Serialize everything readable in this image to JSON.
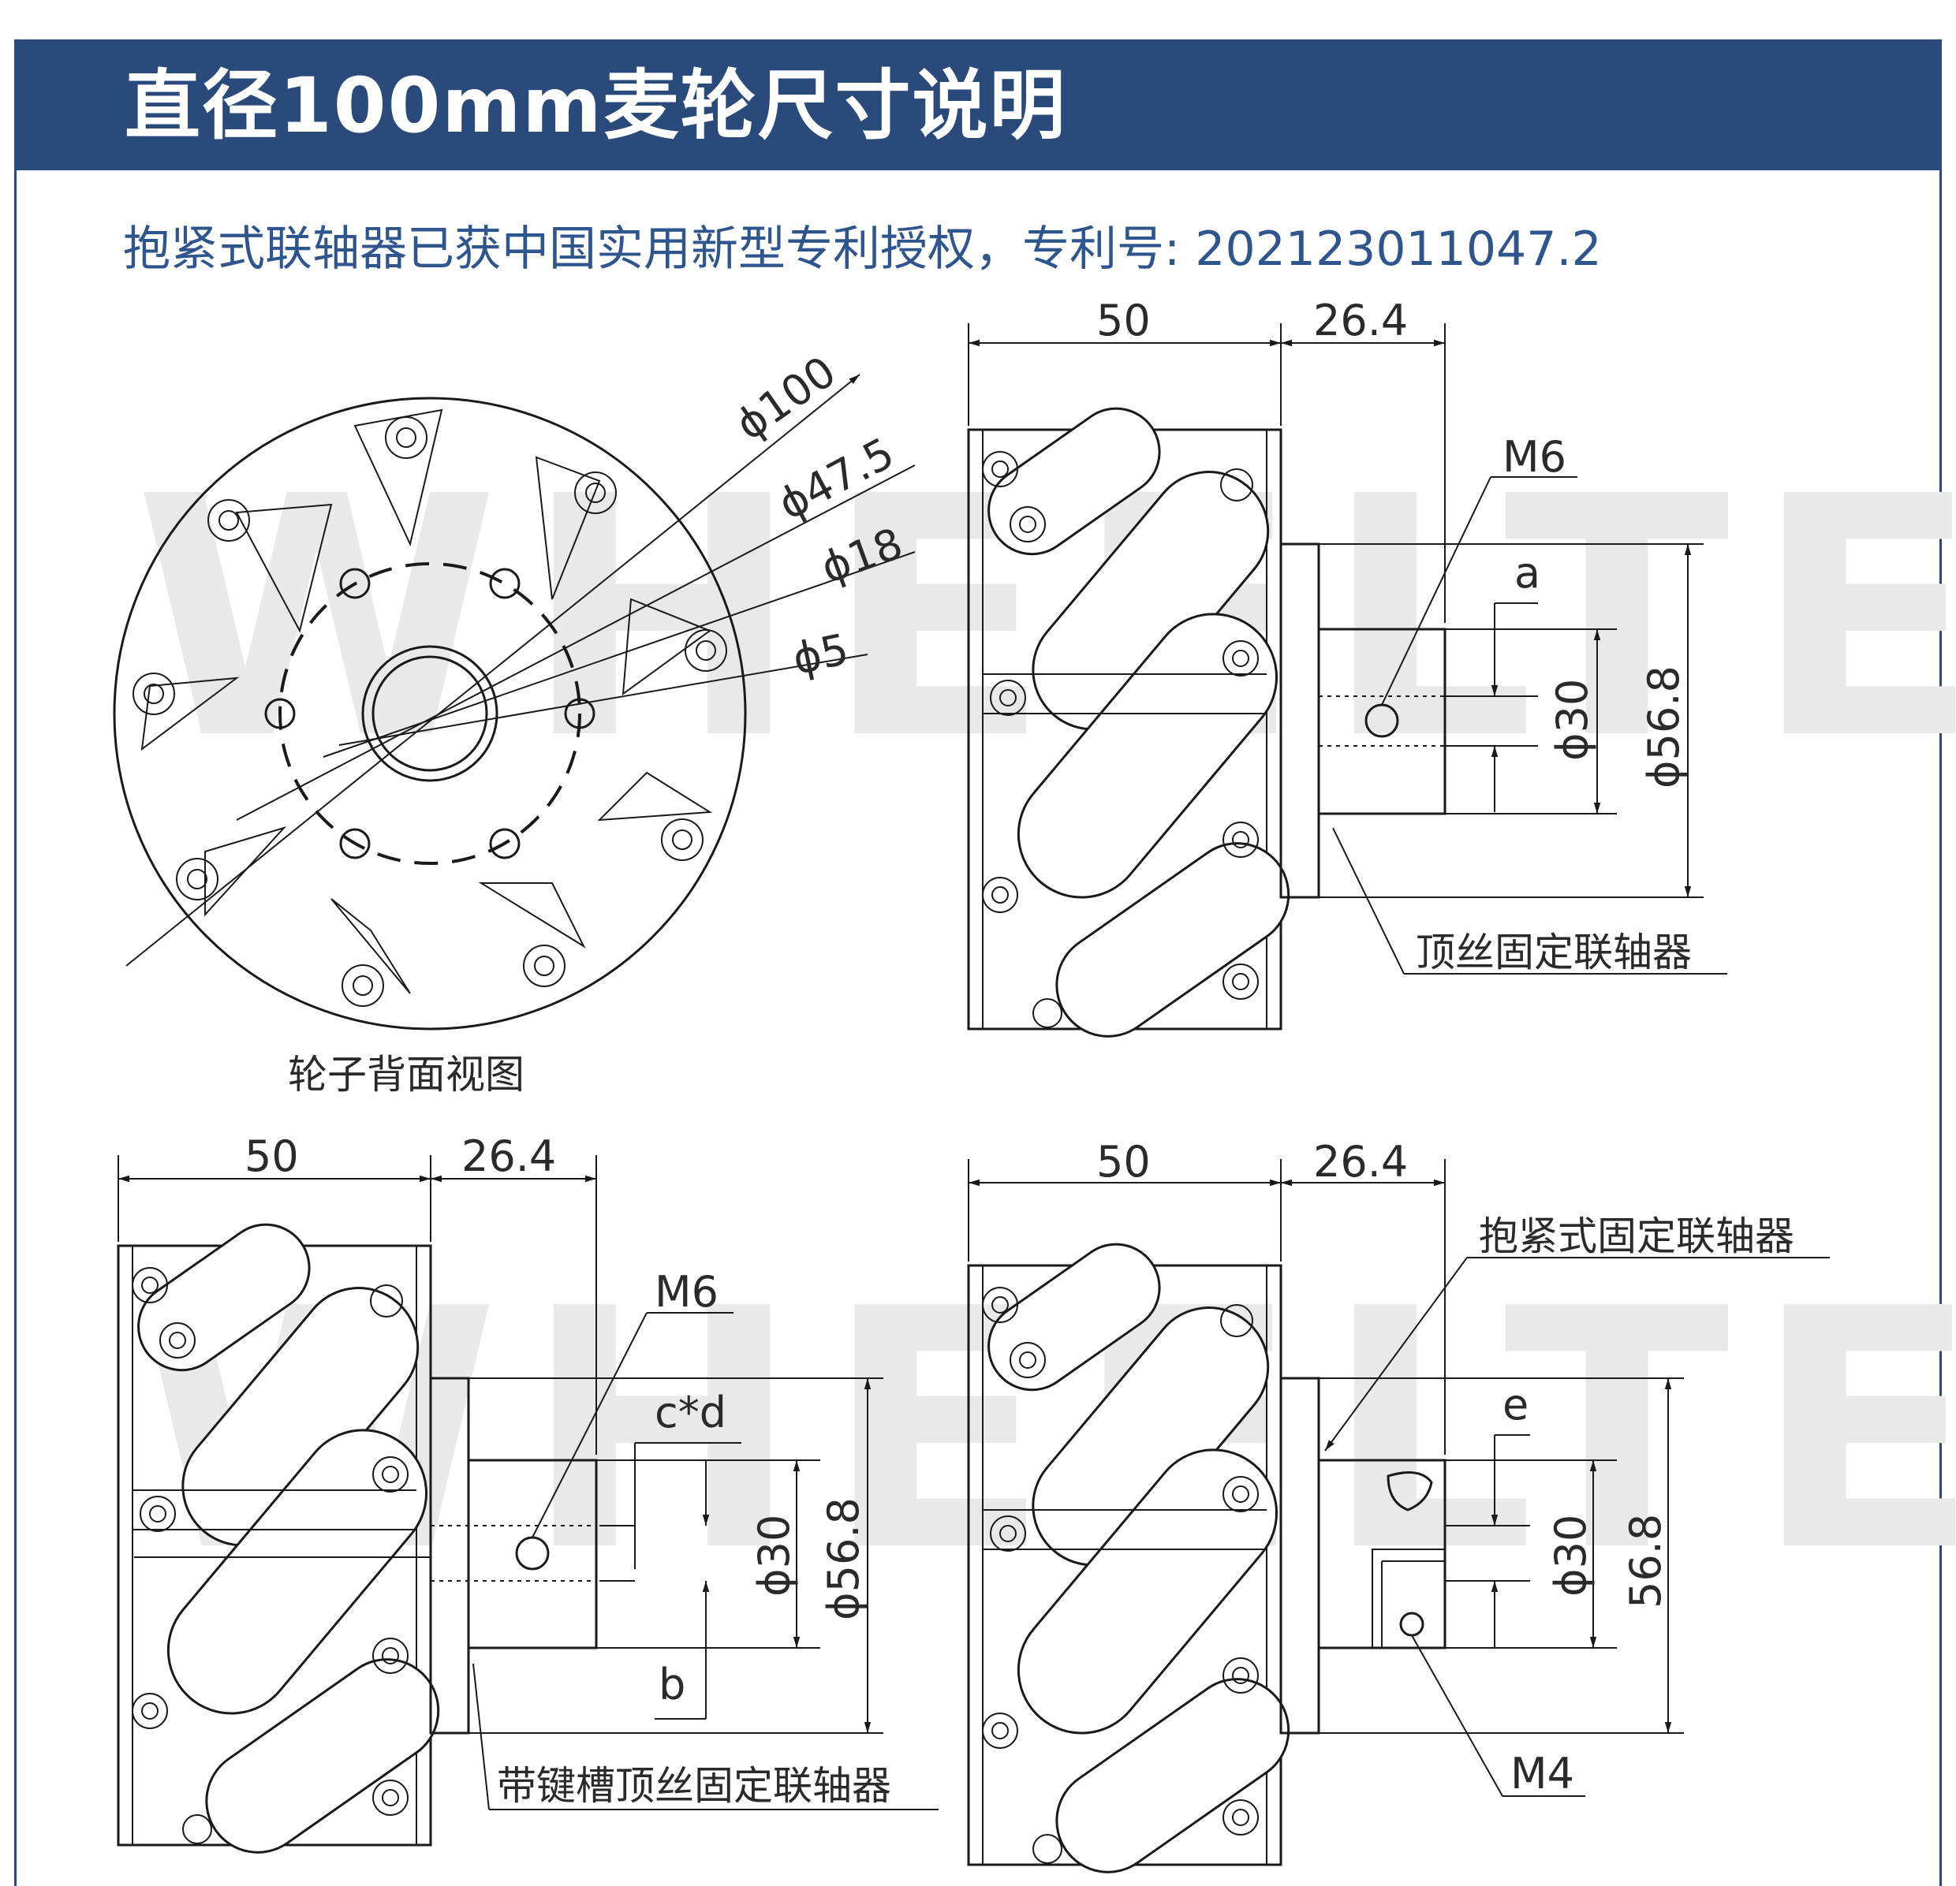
{
  "title": "直径100mm麦轮尺寸说明",
  "subtitle": "抱紧式联轴器已获中国实用新型专利授权，专利号: 202123011047.2",
  "watermark": "WHEELTEC",
  "views": {
    "back_view": {
      "caption": "轮子背面视图",
      "dims": [
        "ϕ100",
        "ϕ47.5",
        "ϕ18",
        "ϕ5"
      ]
    },
    "side_top": {
      "dim_w1": "50",
      "dim_w2": "26.4",
      "screw": "M6",
      "label_a": "a",
      "dia_inner": "ϕ30",
      "dia_outer": "ϕ56.8",
      "callout": "顶丝固定联轴器"
    },
    "side_keyed": {
      "dim_w1": "50",
      "dim_w2": "26.4",
      "screw": "M6",
      "label_cd": "c*d",
      "label_b": "b",
      "dia_inner": "ϕ30",
      "dia_outer": "ϕ56.8",
      "callout": "带键槽顶丝固定联轴器"
    },
    "side_clamp": {
      "dim_w1": "50",
      "dim_w2": "26.4",
      "callout": "抱紧式固定联轴器",
      "label_e": "e",
      "dia_inner": "ϕ30",
      "dia_outer": "56.8",
      "screw": "M4"
    }
  },
  "colors": {
    "banner": "#2a4a7c",
    "subtitle": "#2f558e",
    "line": "#1a1a1a"
  }
}
